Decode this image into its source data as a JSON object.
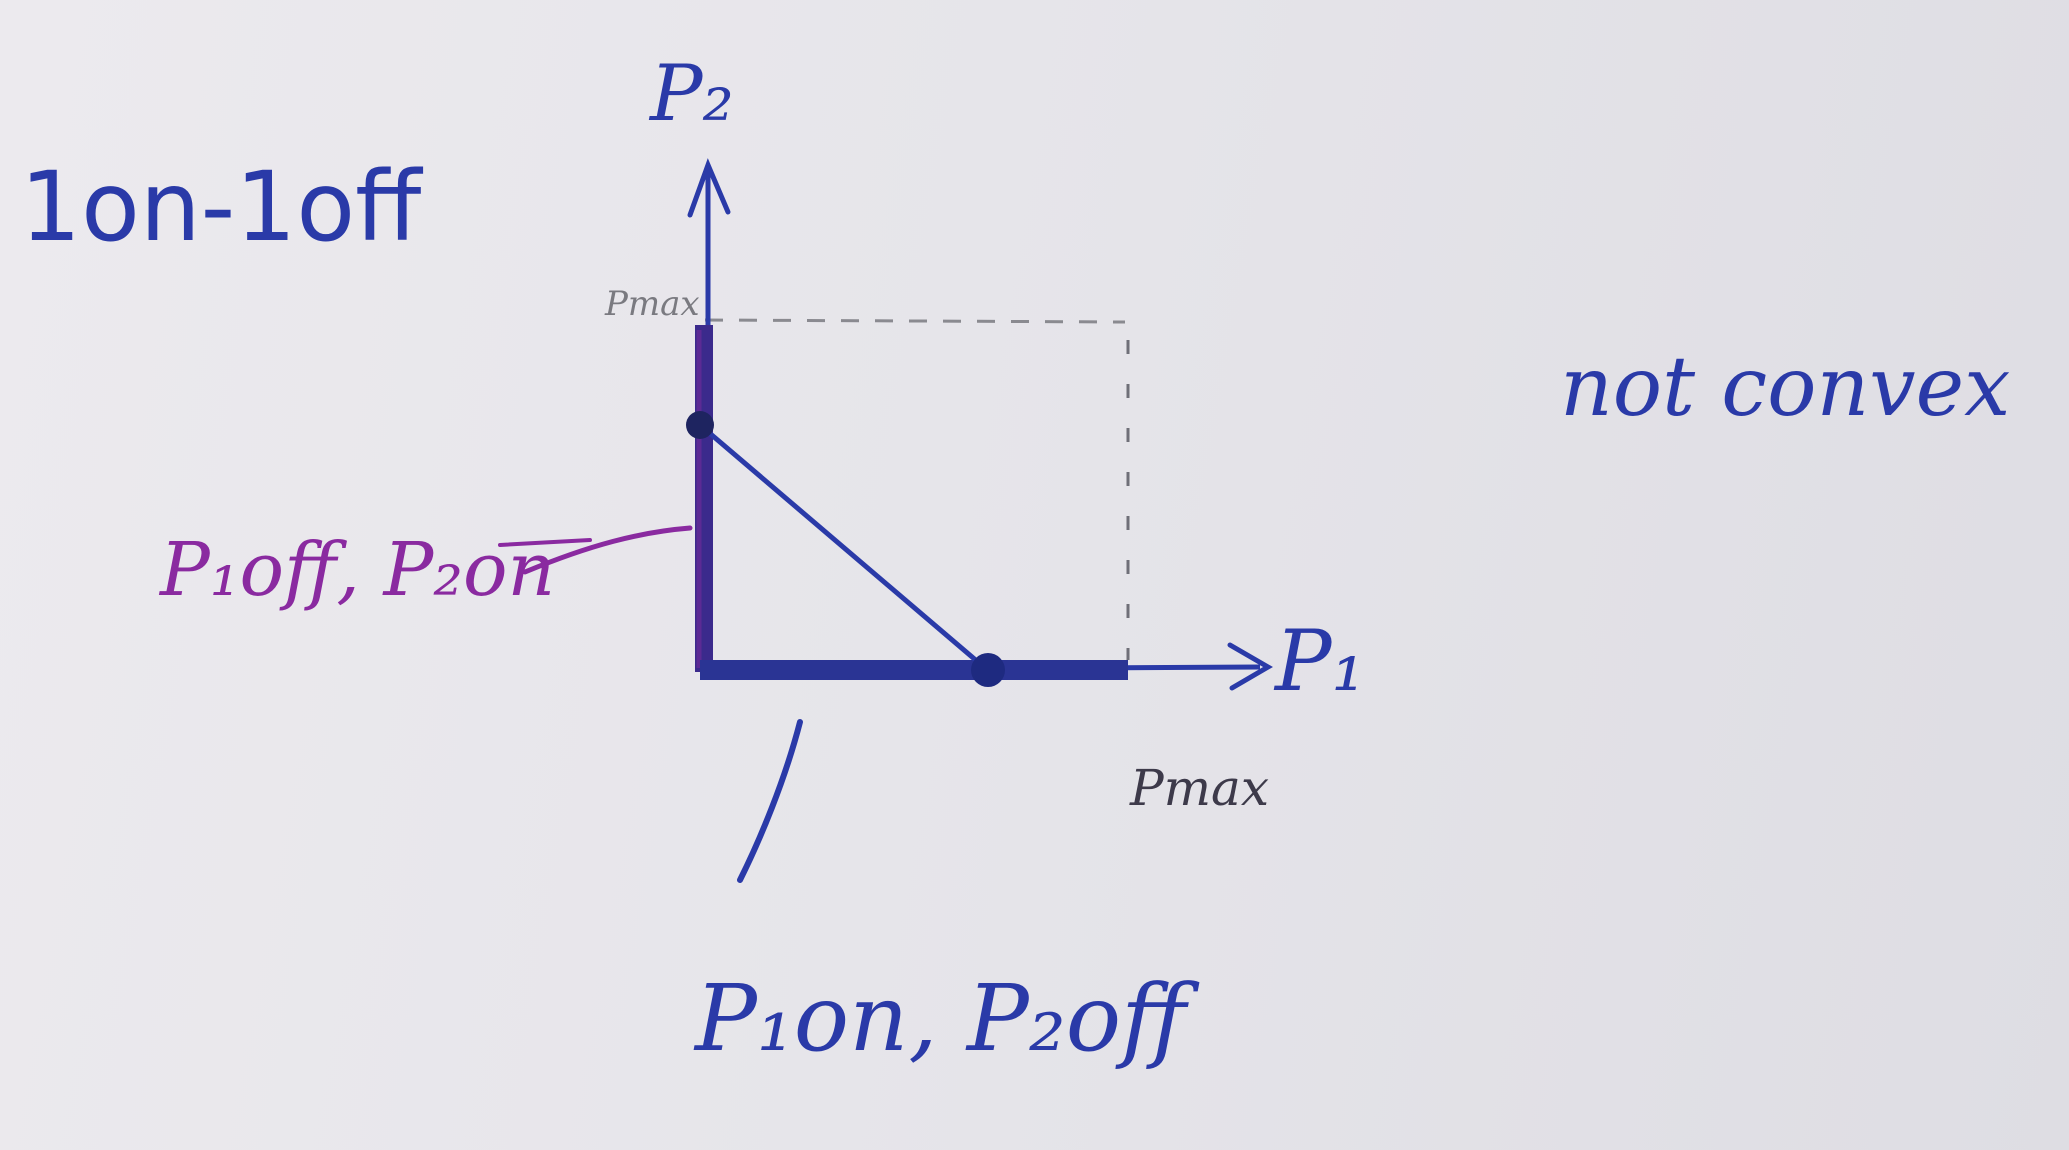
{
  "colors": {
    "ink_blue": "#2a3aa8",
    "ink_purple": "#8a2aa0",
    "ink_dark": "#3d3a4a",
    "ink_gray": "#8a8a90",
    "paper": "#e7e6ea",
    "axis_dark": "#2c2f7a"
  },
  "labels": {
    "title": "1on-1off",
    "y_axis": "P₂",
    "x_axis": "P₁",
    "y_max": "Pmax",
    "x_max": "Pmax",
    "annotation_left": "P₁off, P₂on",
    "annotation_bottom": "P₁on, P₂off",
    "note": "not convex"
  }
}
